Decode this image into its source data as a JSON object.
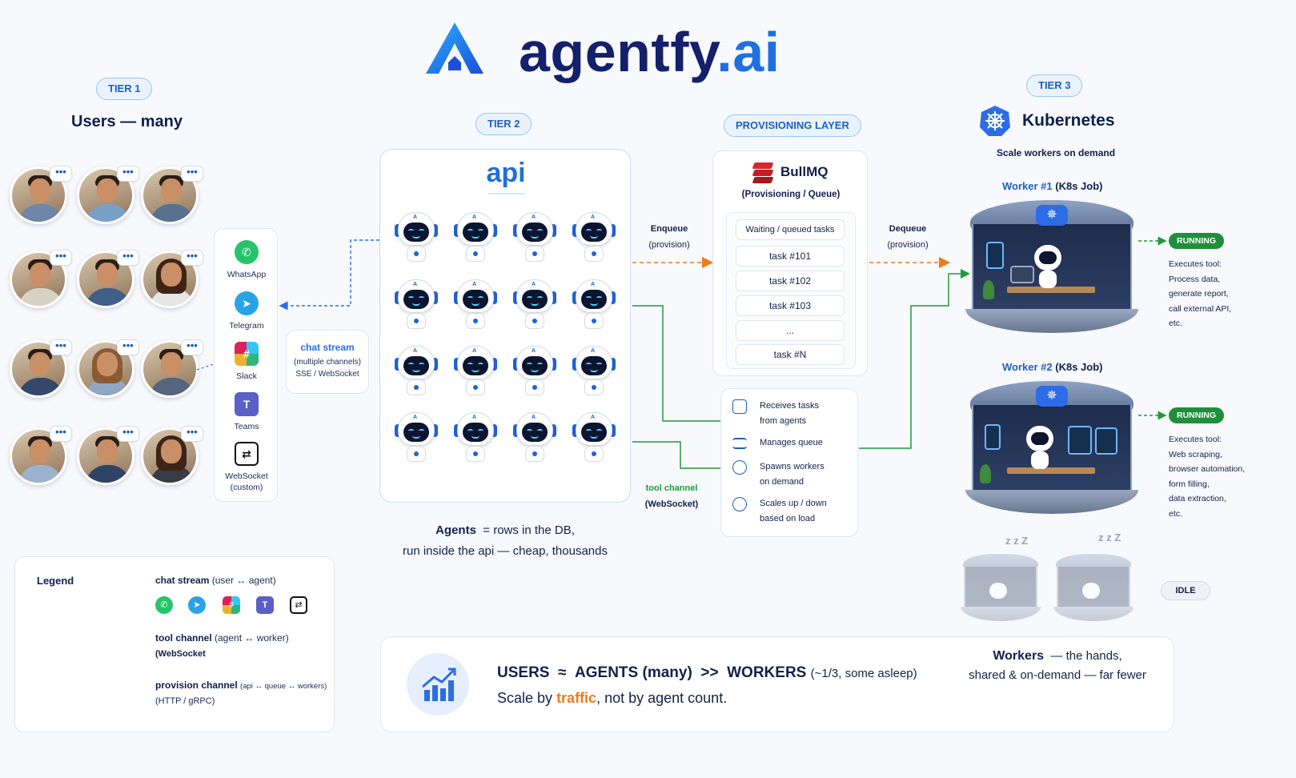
{
  "logo": {
    "name_main": "agentfy",
    "name_tld": ".ai"
  },
  "tier1": {
    "pill": "TIER 1",
    "title": "Users — many",
    "bubble": "•••",
    "channels": [
      {
        "label": "WhatsApp",
        "icon": "whatsapp-icon",
        "color": "#25c46a"
      },
      {
        "label": "Telegram",
        "icon": "telegram-icon",
        "color": "#2aa3e6"
      },
      {
        "label": "Slack",
        "icon": "slack-icon",
        "color": "#e01e5a"
      },
      {
        "label": "Teams",
        "icon": "teams-icon",
        "color": "#5b5fc7"
      },
      {
        "label": "WebSocket",
        "sub": "(custom)",
        "icon": "websocket-icon",
        "color": "#222222"
      }
    ]
  },
  "chat_stream_box": {
    "title": "chat stream",
    "line1": "(multiple channels)",
    "line2": "SSE / WebSocket"
  },
  "tier2": {
    "pill": "TIER 2",
    "api_title": "api",
    "robot_badge": "A",
    "caption_bold": "Agents",
    "caption_rest": "= rows in the DB,",
    "caption_line2": "run inside the api — cheap, thousands"
  },
  "flows": {
    "enqueue": "Enqueue",
    "enqueue_sub": "(provision)",
    "dequeue": "Dequeue",
    "dequeue_sub": "(provision)",
    "tool_channel": "tool channel",
    "tool_channel_sub": "(WebSocket)"
  },
  "provisioning": {
    "pill": "PROVISIONING LAYER",
    "queue_name": "BullMQ",
    "queue_sub": "(Provisioning / Queue)",
    "queue_header": "Waiting / queued tasks",
    "tasks": [
      "task #101",
      "task #102",
      "task #103",
      "...",
      "task #N"
    ],
    "features": [
      {
        "l1": "Receives tasks",
        "l2": "from agents"
      },
      {
        "l1": "Manages queue",
        "l2": ""
      },
      {
        "l1": "Spawns workers",
        "l2": "on demand"
      },
      {
        "l1": "Scales up / down",
        "l2": "based on load"
      }
    ]
  },
  "tier3": {
    "pill": "TIER 3",
    "title": "Kubernetes",
    "subtitle": "Scale workers on demand",
    "worker1": {
      "title_blue": "Worker #1",
      "title_rest": "(K8s Job)",
      "status": "RUNNING",
      "desc": [
        "Executes tool:",
        "Process data,",
        "generate report,",
        "call external API,",
        "etc."
      ]
    },
    "worker2": {
      "title_blue": "Worker #2",
      "title_rest": "(K8s Job)",
      "status": "RUNNING",
      "desc": [
        "Executes tool:",
        "Web scraping,",
        "browser automation,",
        "form filling,",
        "data extraction,",
        "etc."
      ]
    },
    "idle_label": "IDLE",
    "sleep": "z z Z",
    "workers_caption_bold": "Workers",
    "workers_caption_rest": "— the hands,",
    "workers_caption_line2": "shared & on-demand — far fewer"
  },
  "legend": {
    "title": "Legend",
    "chat_bold": "chat stream",
    "chat_rest": "(user ↔ agent)",
    "tool_bold": "tool channel",
    "tool_rest": "(agent ↔ worker)",
    "tool_line2": "(WebSocket",
    "prov_bold": "provision channel",
    "prov_rest": "(api ↔ queue ↔ workers)",
    "prov_line2": "(HTTP / gRPC)"
  },
  "summary": {
    "users": "USERS",
    "approx": "≈",
    "agents": "AGENTS",
    "many": "(many)",
    "gt": ">>",
    "workers": "WORKERS",
    "workers_note": "(~1/3, some asleep)",
    "line2_a": "Scale by",
    "line2_traffic": "traffic",
    "line2_b": ", not by agent count."
  },
  "colors": {
    "chat": "#2b6fe0",
    "tool": "#1f9a3b",
    "provision": "#f07b1e",
    "navy": "#14206b"
  }
}
